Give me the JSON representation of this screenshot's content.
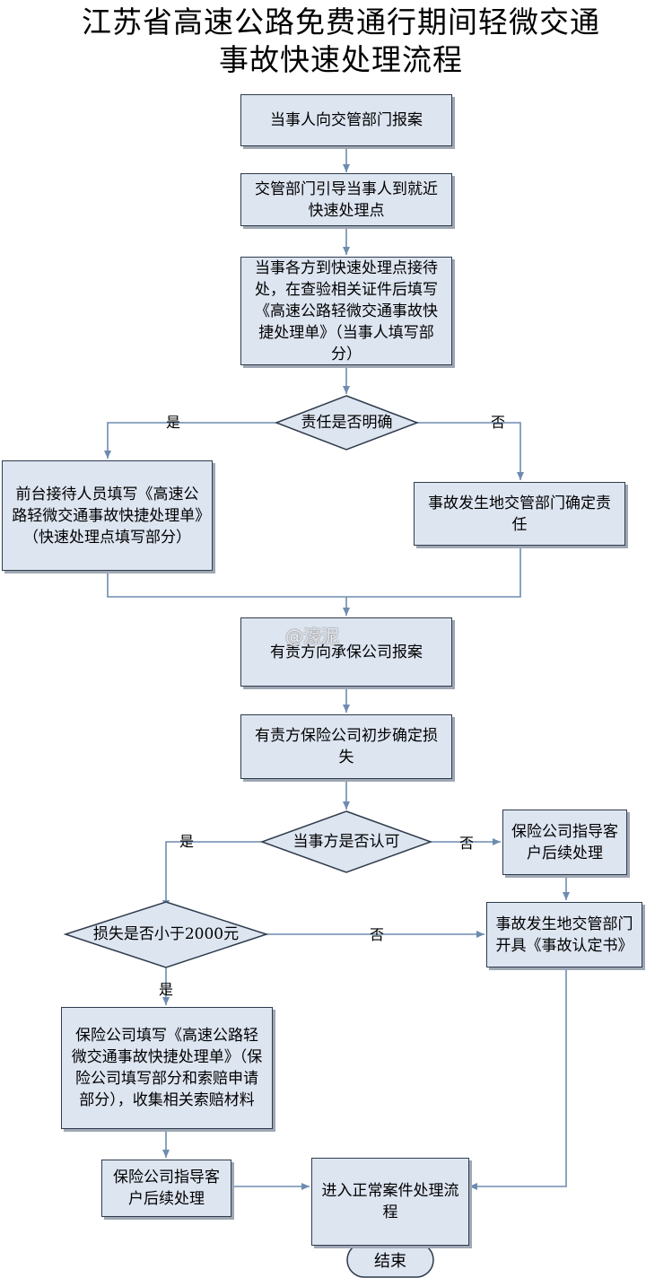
{
  "title": {
    "line1": "江苏省高速公路免费通行期间轻微交通",
    "line2": "事故快速处理流程"
  },
  "steps": {
    "report": "当事人向交管部门报案",
    "guide": "交管部门引导当事人到就近快速处理点",
    "reception": "当事各方到快速处理点接待处，在查验相关证件后填写《高速公路轻微交通事故快捷处理单》（当事人填写部分）",
    "front_desk": "前台接待人员填写《高速公路轻微交通事故快捷处理单》（快速处理点填写部分）",
    "local_police": "事故发生地交管部门确定责任",
    "insurer_report": "有责方向承保公司报案",
    "insurer_assess": "有责方保险公司初步确定损失",
    "insurer_guide_right": "保险公司指导客户后续处理",
    "accident_cert": "事故发生地交管部门开具《事故认定书》",
    "insurer_fill": "保险公司填写《高速公路轻微交通事故快捷处理单》（保险公司填写部分和索赔申请部分），收集相关索赔材料",
    "insurer_guide_left": "保险公司指导客户后续处理",
    "normal_case": "进入正常案件处理流程",
    "end": "结束"
  },
  "decisions": {
    "liability_clear": "责任是否明确",
    "parties_agree": "当事方是否认可",
    "loss_under": "损失是否小于2000元"
  },
  "labels": {
    "yes": "是",
    "no": "否"
  },
  "watermark": "@濠泥",
  "colors": {
    "box_fill": "#dde5f1",
    "box_border": "#2f3b4c",
    "connector": "#6d8cb0"
  }
}
